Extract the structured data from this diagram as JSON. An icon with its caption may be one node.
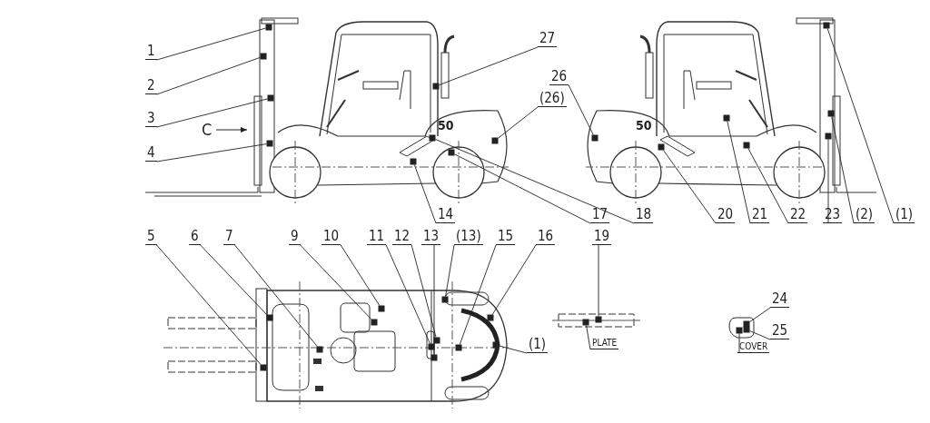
{
  "diagram": {
    "nodes": [
      {
        "text": [
          "1"
        ]
      },
      {
        "text": [
          "2"
        ]
      },
      {
        "text": [
          "3"
        ]
      },
      {
        "text": [
          "4"
        ]
      },
      {
        "text": [
          "27"
        ]
      },
      {
        "text": [
          "26"
        ]
      },
      {
        "text": [
          "(26)"
        ]
      },
      {
        "text": [
          "14"
        ]
      },
      {
        "text": [
          "17"
        ]
      },
      {
        "text": [
          "18"
        ]
      },
      {
        "text": [
          "20"
        ]
      },
      {
        "text": [
          "21"
        ]
      },
      {
        "text": [
          "22"
        ]
      },
      {
        "text": [
          "23"
        ]
      },
      {
        "text": [
          "(2)"
        ]
      },
      {
        "text": [
          "(1)"
        ]
      },
      {
        "text": [
          "5"
        ]
      },
      {
        "text": [
          "6"
        ]
      },
      {
        "text": [
          "7"
        ]
      },
      {
        "text": [
          "9"
        ]
      },
      {
        "text": [
          "10"
        ]
      },
      {
        "text": [
          "11"
        ]
      },
      {
        "text": [
          "12"
        ]
      },
      {
        "text": [
          "13"
        ]
      },
      {
        "text": [
          "(13)"
        ]
      },
      {
        "text": [
          "15"
        ]
      },
      {
        "text": [
          "16"
        ]
      },
      {
        "text": [
          "(1)"
        ]
      },
      {
        "text": [
          "19"
        ]
      },
      {
        "text": [
          "PLATE"
        ]
      },
      {
        "text": [
          "24"
        ]
      },
      {
        "text": [
          "25"
        ]
      },
      {
        "text": [
          "COVER"
        ]
      },
      {
        "text": [],
        "shape": "box"
      },
      {
        "text": [],
        "shape": "box"
      },
      {
        "text": [],
        "shape": "box"
      },
      {
        "text": [],
        "shape": "box"
      },
      {
        "text": [],
        "shape": "box"
      },
      {
        "text": [],
        "shape": "box"
      },
      {
        "text": [],
        "shape": "box"
      },
      {
        "text": [],
        "shape": "box"
      },
      {
        "text": [],
        "shape": "box"
      },
      {
        "text": [],
        "shape": "box"
      },
      {
        "text": [],
        "shape": "box"
      },
      {
        "text": [],
        "shape": "box"
      },
      {
        "text": [],
        "shape": "box"
      },
      {
        "text": [],
        "shape": "box"
      },
      {
        "text": [],
        "shape": "box"
      },
      {
        "text": [],
        "shape": "box"
      },
      {
        "text": [],
        "shape": "box"
      },
      {
        "text": [],
        "shape": "box"
      },
      {
        "text": [],
        "shape": "box"
      },
      {
        "text": [],
        "shape": "box"
      },
      {
        "text": [],
        "shape": "box"
      },
      {
        "text": [],
        "shape": "box"
      },
      {
        "text": [],
        "shape": "box"
      },
      {
        "text": [],
        "shape": "box"
      },
      {
        "text": [],
        "shape": "box"
      },
      {
        "text": [],
        "shape": "box"
      },
      {
        "text": [],
        "shape": "box"
      },
      {
        "text": [],
        "shape": "box"
      },
      {
        "text": [],
        "shape": "box"
      },
      {
        "text": [],
        "shape": "box"
      },
      {
        "text": [],
        "shape": "box"
      },
      {
        "text": [],
        "shape": "box"
      },
      {
        "text": [],
        "shape": "box"
      }
    ],
    "edges": [
      {
        "from": 0,
        "to": 33,
        "arrow": "none"
      },
      {
        "from": 1,
        "to": 34,
        "arrow": "none"
      },
      {
        "from": 2,
        "to": 35,
        "arrow": "none"
      },
      {
        "from": 3,
        "to": 36,
        "arrow": "none"
      },
      {
        "from": 4,
        "to": 37,
        "arrow": "none"
      },
      {
        "from": 5,
        "to": 38,
        "arrow": "none"
      },
      {
        "from": 6,
        "to": 39,
        "arrow": "none"
      },
      {
        "from": 7,
        "to": 40,
        "arrow": "none"
      },
      {
        "from": 8,
        "to": 41,
        "arrow": "none"
      },
      {
        "from": 9,
        "to": 42,
        "arrow": "none"
      },
      {
        "from": 10,
        "to": 43,
        "arrow": "none"
      },
      {
        "from": 11,
        "to": 44,
        "arrow": "none"
      },
      {
        "from": 12,
        "to": 45,
        "arrow": "none"
      },
      {
        "from": 13,
        "to": 46,
        "arrow": "none"
      },
      {
        "from": 14,
        "to": 47,
        "arrow": "none"
      },
      {
        "from": 15,
        "to": 48,
        "arrow": "none"
      },
      {
        "from": 16,
        "to": 49,
        "arrow": "none"
      },
      {
        "from": 17,
        "to": 50,
        "arrow": "none"
      },
      {
        "from": 18,
        "to": 51,
        "arrow": "none"
      },
      {
        "from": 19,
        "to": 52,
        "arrow": "none"
      },
      {
        "from": 20,
        "to": 53,
        "arrow": "none"
      },
      {
        "from": 21,
        "to": 54,
        "arrow": "none"
      },
      {
        "from": 22,
        "to": 55,
        "arrow": "none"
      },
      {
        "from": 23,
        "to": 56,
        "arrow": "none"
      },
      {
        "from": 24,
        "to": 57,
        "arrow": "none"
      },
      {
        "from": 25,
        "to": 58,
        "arrow": "none"
      },
      {
        "from": 26,
        "to": 59,
        "arrow": "none"
      },
      {
        "from": 27,
        "to": 60,
        "arrow": "none"
      },
      {
        "from": 28,
        "to": 61,
        "arrow": "none"
      },
      {
        "from": 29,
        "to": 62,
        "arrow": "none"
      },
      {
        "from": 30,
        "to": 63,
        "arrow": "none"
      },
      {
        "from": 31,
        "to": 64,
        "arrow": "none"
      },
      {
        "from": 32,
        "to": 65,
        "arrow": "none"
      }
    ],
    "labels": [
      "C",
      "50",
      "50"
    ]
  }
}
